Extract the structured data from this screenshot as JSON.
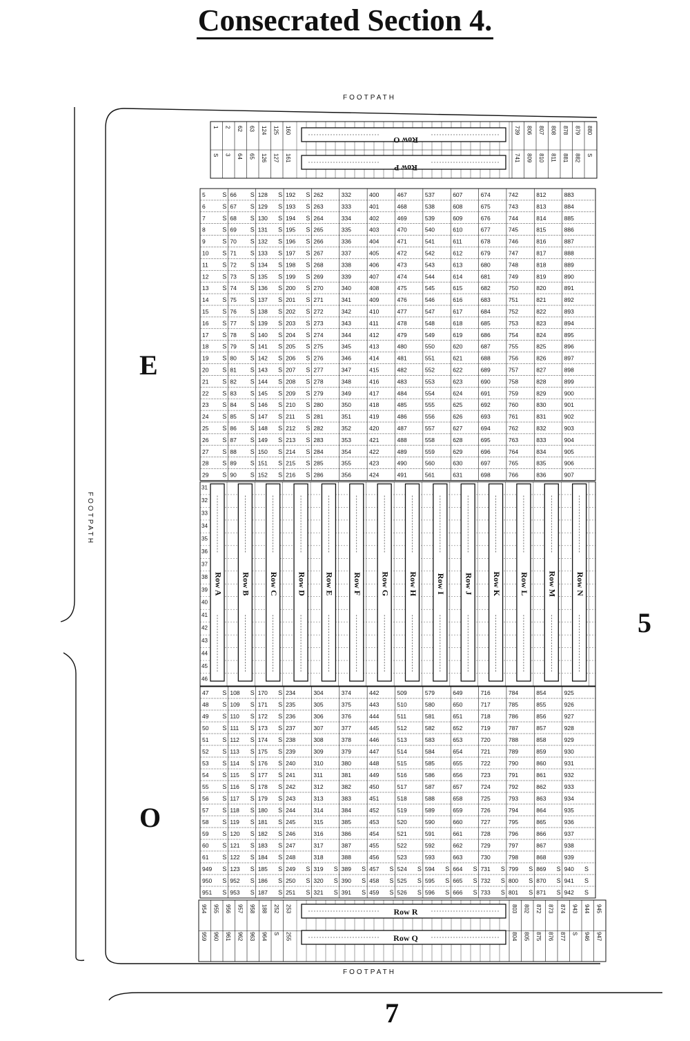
{
  "title": "Consecrated Section 4.",
  "labels": {
    "footpath_top": "FOOTPATH",
    "footpath_left": "FOOTPATH",
    "footpath_bottom": "FOOTPATH"
  },
  "section_letters": {
    "upper": "E",
    "lower": "O"
  },
  "neighbour_sections": {
    "right": "5",
    "bottom": "7"
  },
  "rows_vertical": [
    "Row A",
    "Row B",
    "Row C",
    "Row D",
    "Row E",
    "Row F",
    "Row G",
    "Row H",
    "Row I",
    "Row J",
    "Row K",
    "Row L",
    "Row M",
    "Row N"
  ],
  "rows_horizontal": {
    "top": [
      "Row O",
      "Row P"
    ],
    "bottom": [
      "Row R",
      "Row Q"
    ]
  },
  "plot_mark": "S",
  "top_strip_numbers": {
    "left": [
      [
        "1",
        "S"
      ],
      [
        "2",
        "3"
      ],
      [
        "62",
        "64"
      ],
      [
        "63",
        "65"
      ],
      [
        "124",
        "126"
      ],
      [
        "125",
        "127"
      ],
      [
        "160",
        "161"
      ]
    ],
    "right": [
      [
        "739",
        "741"
      ],
      [
        "806",
        "809"
      ],
      [
        "807",
        "810"
      ],
      [
        "808",
        "811"
      ],
      [
        "878",
        "881"
      ],
      [
        "879",
        "882"
      ],
      [
        "880",
        "S"
      ]
    ]
  },
  "upper_block": {
    "row_start": [
      5,
      6,
      7,
      8,
      9,
      10,
      11,
      12,
      13,
      14,
      15,
      16,
      17,
      18,
      19,
      20,
      21,
      22,
      23,
      24,
      25,
      26,
      27,
      28,
      29
    ],
    "column_start": [
      5,
      66,
      128,
      192,
      262,
      332,
      400,
      467,
      537,
      607,
      674,
      742,
      812,
      883
    ]
  },
  "middle_block_left_numbers": [
    "31",
    "32",
    "33",
    "34",
    "35",
    "36",
    "37",
    "38",
    "39",
    "40",
    "41",
    "42",
    "43",
    "44",
    "45",
    "46"
  ],
  "lower_block": {
    "column_start": [
      47,
      108,
      170,
      234,
      304,
      374,
      442,
      509,
      579,
      649,
      716,
      784,
      854,
      925
    ],
    "extra_rows": [
      [
        "949",
        "123",
        "185",
        "249",
        "319",
        "389",
        "457",
        "524",
        "594",
        "664",
        "731",
        "799",
        "869",
        "940"
      ],
      [
        "950",
        "952",
        "186",
        "250",
        "320",
        "390",
        "458",
        "525",
        "595",
        "665",
        "732",
        "800",
        "870",
        "941"
      ],
      [
        "951",
        "953",
        "187",
        "251",
        "321",
        "391",
        "459",
        "526",
        "596",
        "666",
        "733",
        "801",
        "871",
        "942"
      ]
    ]
  },
  "bottom_strip_numbers": {
    "left": [
      [
        "954",
        "959"
      ],
      [
        "955",
        "960"
      ],
      [
        "956",
        "961"
      ],
      [
        "957",
        "962"
      ],
      [
        "958",
        "963"
      ],
      [
        "188",
        "964"
      ],
      [
        "252",
        "S"
      ],
      [
        "253",
        "255"
      ]
    ],
    "right": [
      [
        "803",
        "804"
      ],
      [
        "802",
        "805"
      ],
      [
        "872",
        "875"
      ],
      [
        "873",
        "876"
      ],
      [
        "874",
        "877"
      ],
      [
        "943",
        "S"
      ],
      [
        "944",
        "946"
      ],
      [
        "945",
        "947"
      ]
    ]
  }
}
